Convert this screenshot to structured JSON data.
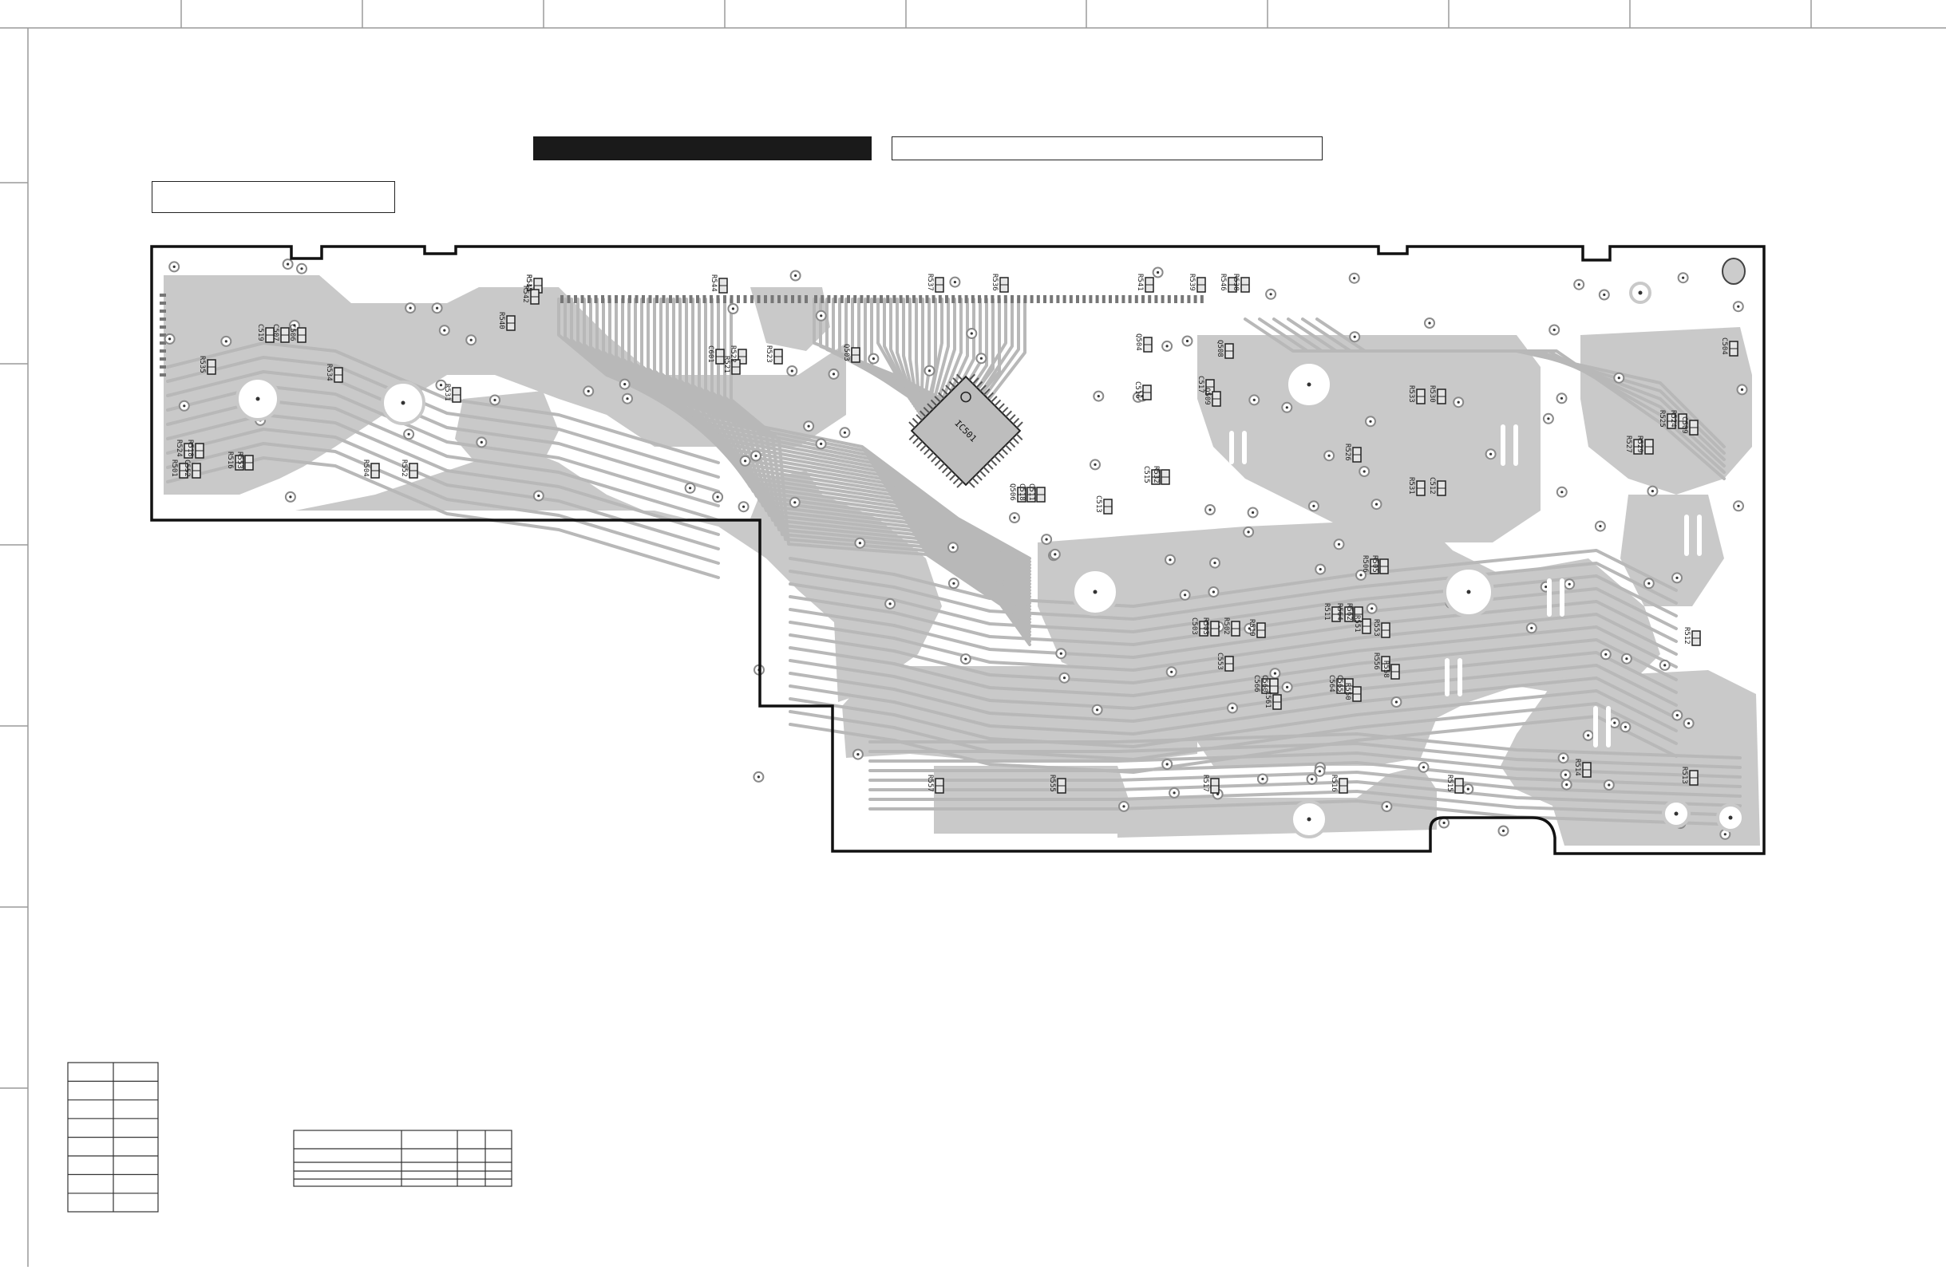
{
  "colors": {
    "frame": "#9a9a9a",
    "board_outline": "#111111",
    "copper": "#c9c9c9",
    "trace": "#b8b8b8",
    "component": "#222222",
    "title_bar": "#1a1a1a"
  },
  "labels": {
    "ic": "IC501",
    "row_top": [
      "R545",
      "R544",
      "R537",
      "R536",
      "R541",
      "R539",
      "R546",
      "R538",
      "R542",
      "R540"
    ],
    "left_area": [
      "C519",
      "C507",
      "C506",
      "R535",
      "R534",
      "R531",
      "R524",
      "R518",
      "R516",
      "R553",
      "R504",
      "R552",
      "R501",
      "C552",
      "C601",
      "R522",
      "R523",
      "R521"
    ],
    "mid_area": [
      "Q503",
      "Q504",
      "Q508",
      "C516",
      "C517",
      "Q509",
      "Q506",
      "C518",
      "C511",
      "C513",
      "C515",
      "R532",
      "R533",
      "R530",
      "R531",
      "C512"
    ],
    "right_area": [
      "R526",
      "R527",
      "R529",
      "R525",
      "R524",
      "C509",
      "C504",
      "R506",
      "R505",
      "C503",
      "R503",
      "R502",
      "R519",
      "R511"
    ],
    "lower_area": [
      "R564",
      "R562",
      "R551",
      "R553",
      "C553",
      "C566",
      "C560",
      "C561",
      "C564",
      "C565",
      "R550",
      "R556",
      "R558",
      "R557",
      "R555",
      "R517",
      "R516",
      "R515",
      "R514",
      "R513",
      "R512",
      "R511"
    ]
  }
}
